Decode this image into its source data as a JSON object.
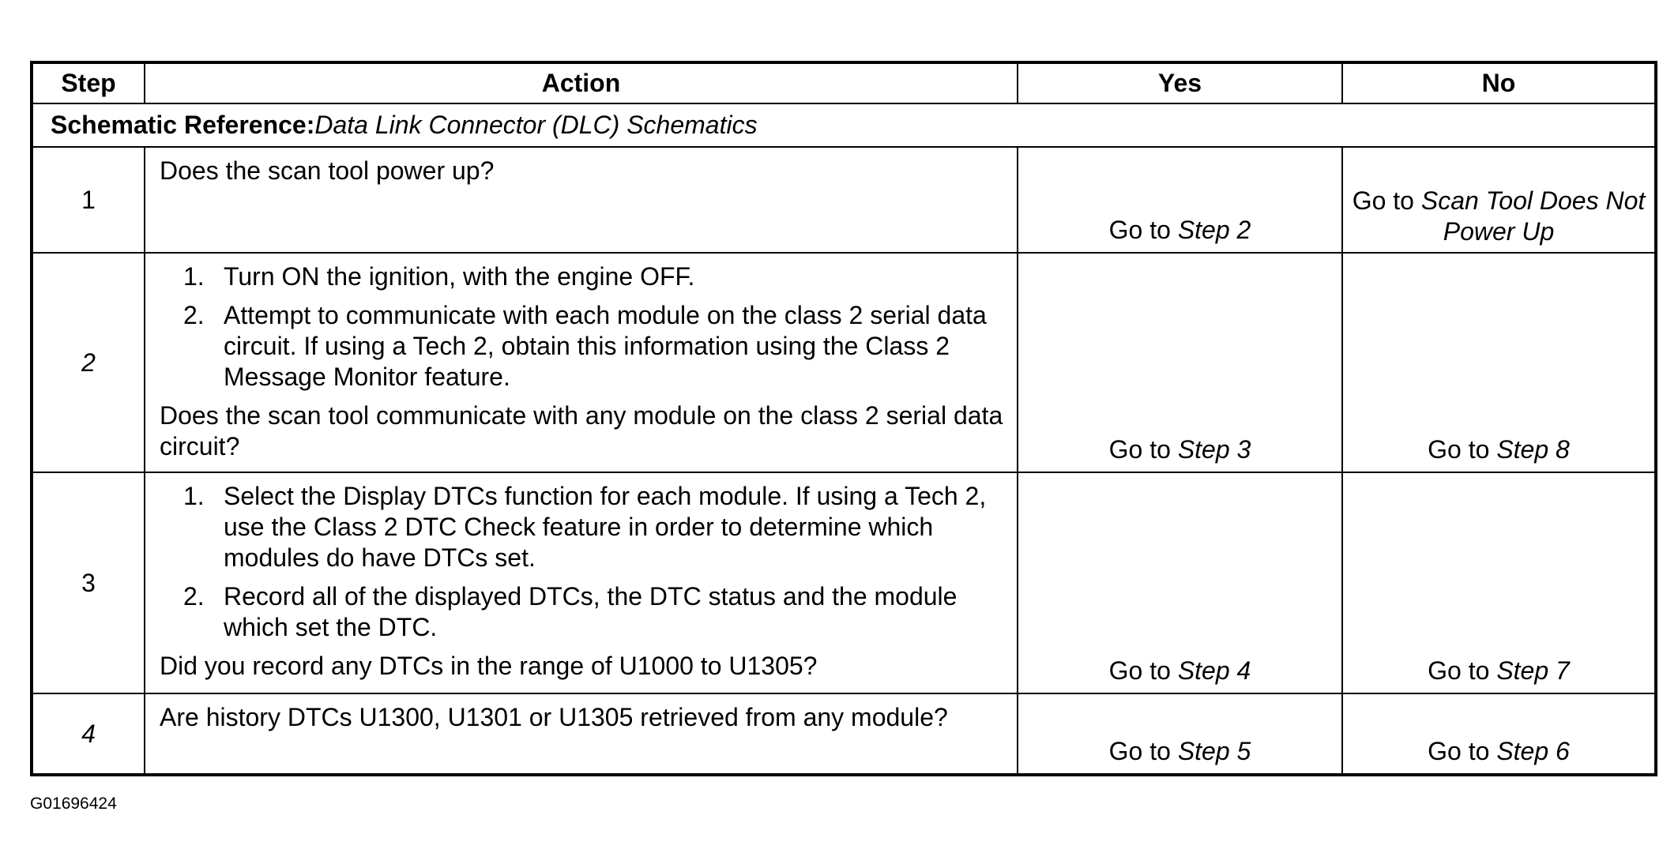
{
  "table": {
    "headers": {
      "step": "Step",
      "action": "Action",
      "yes": "Yes",
      "no": "No"
    },
    "schematic_reference": {
      "label": "Schematic Reference:",
      "value": "Data Link Connector (DLC) Schematics"
    },
    "rows": [
      {
        "step": "1",
        "question": "Does the scan tool power up?",
        "yes_prefix": "Go to ",
        "yes_target": "Step 2",
        "no_prefix": "Go to ",
        "no_target": "Scan Tool Does Not Power Up"
      },
      {
        "step": "2",
        "instructions": [
          {
            "num": "1.",
            "text": "Turn ON the ignition, with the engine OFF."
          },
          {
            "num": "2.",
            "text": "Attempt to communicate with each module on the class 2 serial data circuit. If using a Tech 2, obtain this information using the Class 2 Message Monitor feature."
          }
        ],
        "question": "Does the scan tool communicate with any module on the class 2 serial data circuit?",
        "yes_prefix": "Go to ",
        "yes_target": "Step 3",
        "no_prefix": "Go to ",
        "no_target": "Step 8"
      },
      {
        "step": "3",
        "instructions": [
          {
            "num": "1.",
            "text": "Select the Display DTCs function for each module. If using a Tech 2, use the Class 2 DTC Check feature in order to determine which modules do have DTCs set."
          },
          {
            "num": "2.",
            "text": "Record all of the displayed DTCs, the DTC status and the module which set the DTC."
          }
        ],
        "question": "Did you record any DTCs in the range of U1000 to U1305?",
        "yes_prefix": "Go to ",
        "yes_target": "Step 4",
        "no_prefix": "Go to ",
        "no_target": "Step 7"
      },
      {
        "step": "4",
        "question": "Are history DTCs U1300, U1301 or U1305 retrieved from any module?",
        "yes_prefix": "Go to ",
        "yes_target": "Step 5",
        "no_prefix": "Go to ",
        "no_target": "Step 6"
      }
    ]
  },
  "figure_id": "G01696424"
}
